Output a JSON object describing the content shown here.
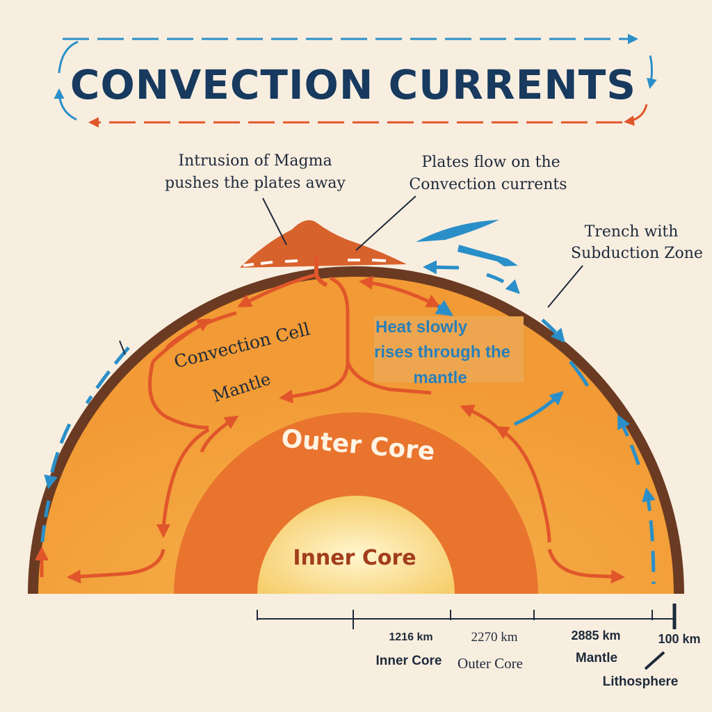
{
  "title": "CONVECTION CURRENTS",
  "labels": {
    "intrusion_line1": "Intrusion of Magma",
    "intrusion_line2": "pushes the plates away",
    "plates_line1": "Plates flow on the",
    "plates_line2": "Convection currents",
    "trench_line1": "Trench with",
    "trench_line2": "Subduction Zone",
    "convection_cell": "Convection Cell",
    "mantle": "Mantle",
    "heat_line1": "Heat slowly",
    "heat_line2": "rises through the",
    "heat_line3": "mantle",
    "outer_core": "Outer Core",
    "inner_core": "Inner Core"
  },
  "scale": {
    "ticks": [
      {
        "value": "1216 km",
        "name": "Inner Core"
      },
      {
        "value": "2270 km",
        "name": "Outer Core"
      },
      {
        "value": "2885 km",
        "name": "Mantle"
      },
      {
        "value": "100 km",
        "name": "Lithosphere"
      }
    ]
  },
  "colors": {
    "title": "#173a5e",
    "warm_arrow": "#e0562a",
    "cool_arrow": "#2a8fc8",
    "crust": "#6b3a22",
    "mantle": "#f3a43c",
    "outer_core": "#e8742e",
    "inner_core": "#fbe6a0"
  }
}
